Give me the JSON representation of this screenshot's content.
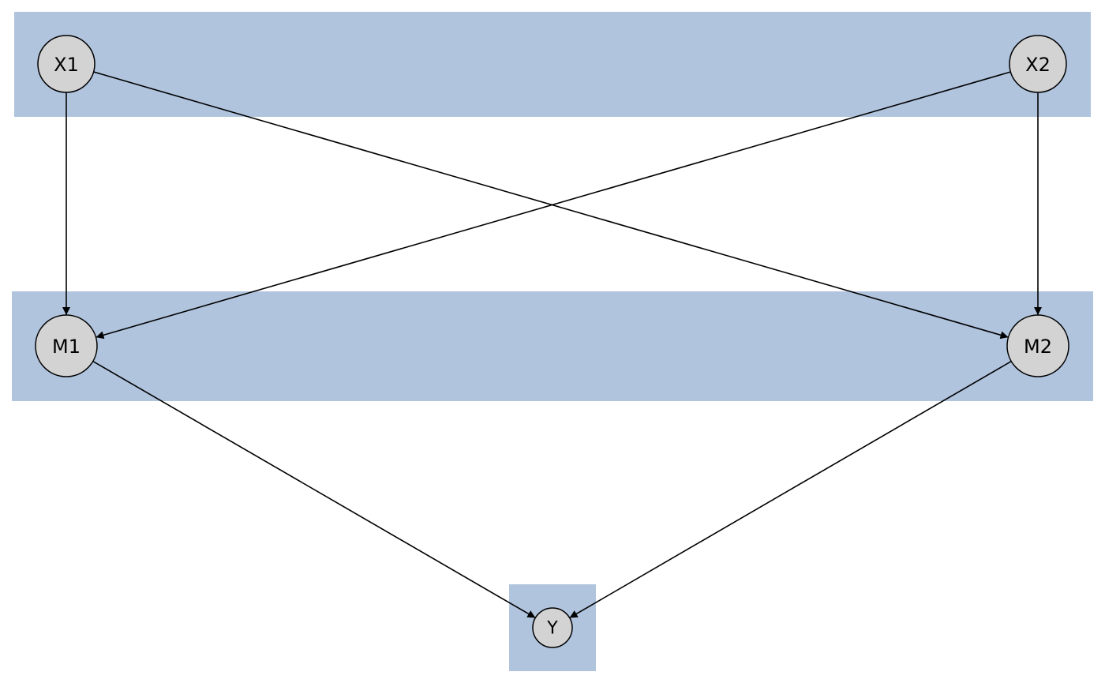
{
  "diagram": {
    "groups": [
      {
        "id": "inputs",
        "members": [
          "X1",
          "X2"
        ]
      },
      {
        "id": "mediators",
        "members": [
          "M1",
          "M2"
        ]
      },
      {
        "id": "outcome",
        "members": [
          "Y"
        ]
      }
    ],
    "nodes": {
      "X1": {
        "label": "X1"
      },
      "X2": {
        "label": "X2"
      },
      "M1": {
        "label": "M1"
      },
      "M2": {
        "label": "M2"
      },
      "Y": {
        "label": "Y"
      }
    },
    "edges": [
      {
        "from": "X1",
        "to": "M1"
      },
      {
        "from": "X1",
        "to": "M2"
      },
      {
        "from": "X2",
        "to": "M1"
      },
      {
        "from": "X2",
        "to": "M2"
      },
      {
        "from": "M1",
        "to": "Y"
      },
      {
        "from": "M2",
        "to": "Y"
      }
    ],
    "colors": {
      "group_fill": "#b0c4de",
      "node_fill": "#d3d3d3",
      "edge": "#000000"
    }
  }
}
